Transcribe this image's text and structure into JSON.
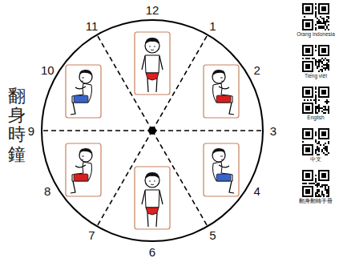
{
  "diagram": {
    "title": "翻身時鐘",
    "labels": [
      "12",
      "1",
      "2",
      "3",
      "4",
      "5",
      "6",
      "7",
      "8",
      "9",
      "10",
      "11",
      "Orang indonesia",
      "Tiếng việt",
      "English",
      "中文",
      "翻身翻轉手冊"
    ]
  }
}
